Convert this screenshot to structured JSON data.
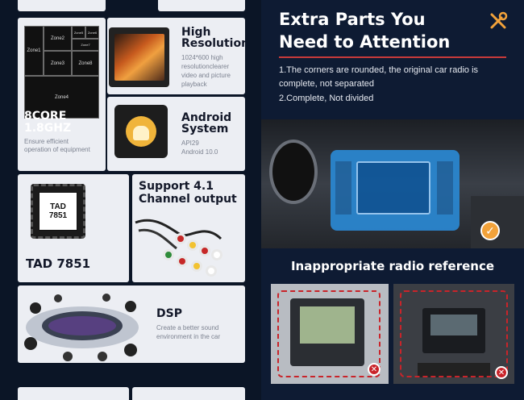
{
  "left": {
    "zones": {
      "z1": "Zone1",
      "z2": "Zone2",
      "z3": "Zone3",
      "z4": "Zone4",
      "z8": "Zone8",
      "small_a": "Zone5",
      "small_b": "Zone6",
      "small_c": "Zone7"
    },
    "resolution": {
      "title1": "High",
      "title2": "Resolution",
      "d1": "1024*600 high",
      "d2": "resolutionclearer",
      "d3": "video and picture",
      "d4": "playback"
    },
    "cpu": {
      "title1": "8CORE",
      "title2": "1.8GHZ",
      "d1": "Ensure efficient",
      "d2": "operation of equipment"
    },
    "android": {
      "title1": "Android",
      "title2": "System",
      "d1": "API29",
      "d2": "Android 10.0"
    },
    "chip": {
      "chip1": "TAD",
      "chip2": "7851",
      "label": "TAD 7851"
    },
    "output": {
      "title1": "Support 4.1",
      "title2": "Channel output"
    },
    "dsp": {
      "title": "DSP",
      "d1": "Create a better sound",
      "d2": "environment in the car"
    }
  },
  "right": {
    "title1": "Extra Parts You",
    "title2": "Need to Attention",
    "note1a": "1.The corners are rounded, the original car radio is",
    "note1b": "complete, not separated",
    "note2": "2.Complete, Not divided",
    "ref_title": "Inappropriate radio reference",
    "check_symbol": "✓",
    "x_symbol": "✕"
  },
  "colors": {
    "accent_orange": "#f2a23a",
    "panel_navy": "#0e1b33",
    "card_bg": "#eceef3",
    "x_red": "#c9242a"
  }
}
